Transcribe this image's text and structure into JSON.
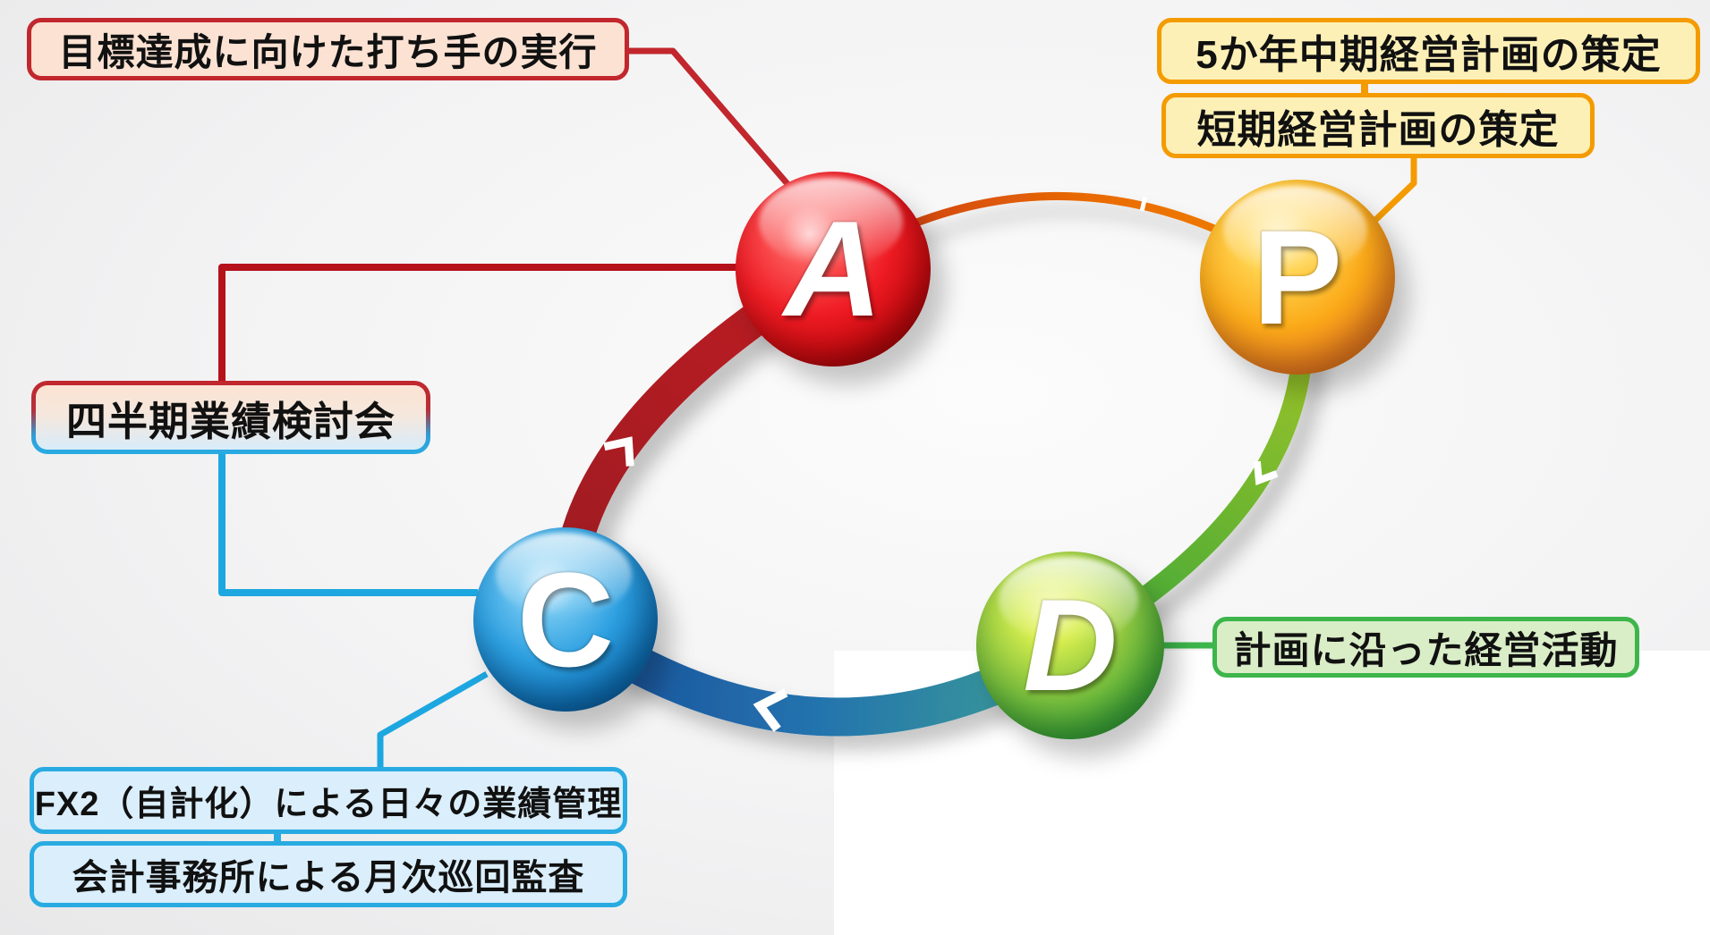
{
  "diagram_type": "PDCA-cycle",
  "background": {
    "base": "#f3f3f4",
    "white_panel": "#ffffff"
  },
  "cycle": {
    "balls": {
      "p": {
        "letter": "P",
        "color": "#f7941e"
      },
      "d": {
        "letter": "D",
        "color": "#39b54a"
      },
      "c": {
        "letter": "C",
        "color": "#1b75bb"
      },
      "a": {
        "letter": "A",
        "color": "#ed1c24"
      }
    },
    "arcs": {
      "a_to_p": {
        "from": "A",
        "to": "P",
        "colors": [
          "#c9391b",
          "#f08300"
        ]
      },
      "p_to_d": {
        "from": "P",
        "to": "D",
        "colors": [
          "#a6c62a",
          "#3fa73c"
        ]
      },
      "d_to_c": {
        "from": "D",
        "to": "C",
        "colors": [
          "#3d9f94",
          "#1b4f9b"
        ]
      },
      "c_to_a": {
        "from": "C",
        "to": "A",
        "colors": [
          "#9c1b21",
          "#bc1e24"
        ]
      }
    }
  },
  "labels": {
    "act": {
      "text": "目標達成に向けた打ち手の実行",
      "border_color": "#c1272d",
      "fill": "#fbe2d3",
      "linked_ball": "A"
    },
    "plan_mid_term": {
      "text": "5か年中期経営計画の策定",
      "border_color": "#f49b00",
      "fill": "#fdf0b6",
      "linked_ball": "P"
    },
    "plan_short_term": {
      "text": "短期経営計画の策定",
      "border_color": "#f49b00",
      "fill": "#fdf0b6",
      "linked_ball": "P"
    },
    "check_quarterly": {
      "text": "四半期業績検討会",
      "border_top_color": "#c1272d",
      "border_bottom_color": "#29abe2",
      "linked_balls": "A,C"
    },
    "do_activity": {
      "text": "計画に沿った経営活動",
      "border_color": "#3db54a",
      "fill": "#d9edc7",
      "linked_ball": "D"
    },
    "check_daily": {
      "text": "FX2（自計化）による日々の業績管理",
      "border_color": "#29abe2",
      "fill": "#daeefb",
      "linked_ball": "C"
    },
    "check_monthly": {
      "text": "会計事務所による月次巡回監査",
      "border_color": "#29abe2",
      "fill": "#daeefb",
      "linked_ball": "C"
    }
  }
}
